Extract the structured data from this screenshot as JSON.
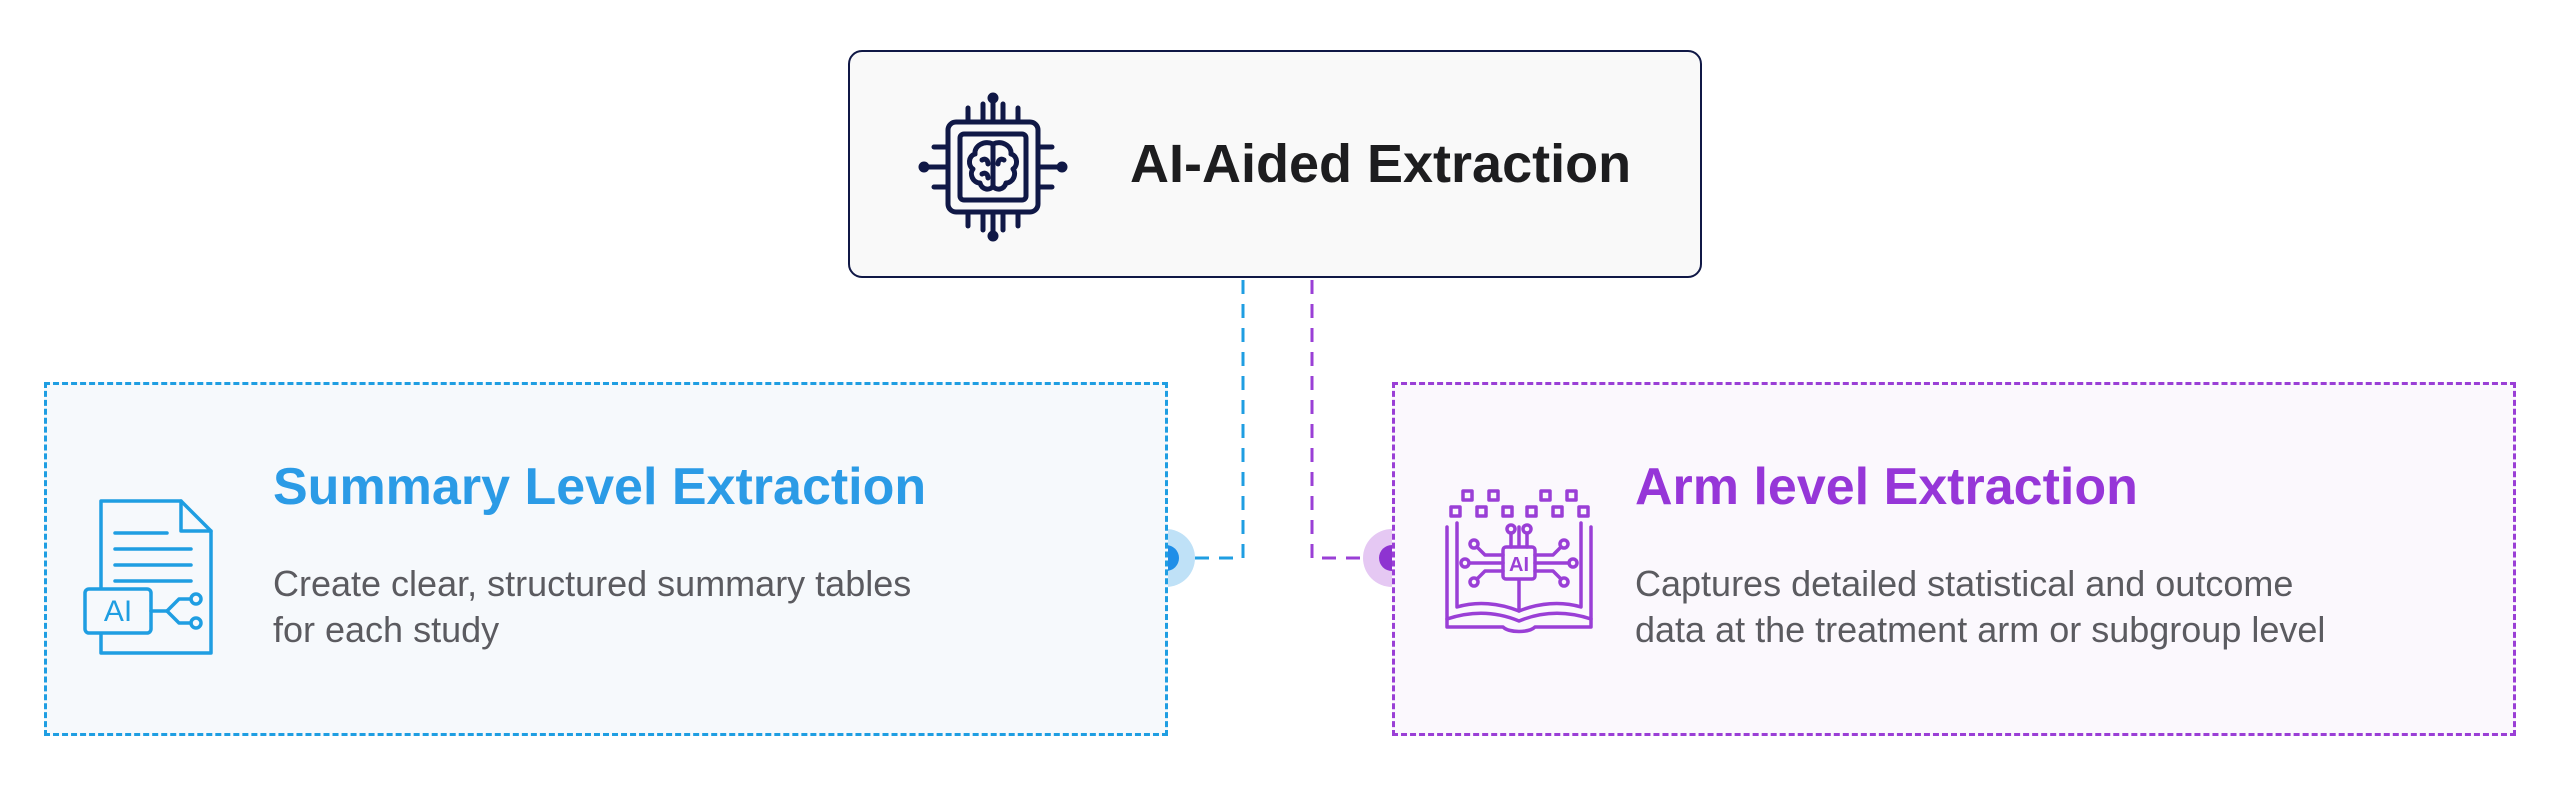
{
  "root": {
    "title": "AI-Aided Extraction",
    "icon": "ai-chip-brain-icon"
  },
  "cards": [
    {
      "title": "Summary Level Extraction",
      "description_lines": [
        "Create clear, structured summary tables",
        "for each study"
      ],
      "icon": "ai-document-icon",
      "accent": "#1f9ee2"
    },
    {
      "title": "Arm level Extraction",
      "description_lines": [
        "Captures detailed statistical and outcome",
        "data at the treatment arm or subgroup level"
      ],
      "icon": "ai-book-circuit-icon",
      "accent": "#9a3fd6"
    }
  ],
  "colors": {
    "root_border": "#101846",
    "root_fill": "#f9f9f9",
    "summary_fill": "#f6f9fc",
    "arm_fill": "#fbf8fd",
    "summary_title": "#2b9be6",
    "arm_title": "#9636d8"
  }
}
